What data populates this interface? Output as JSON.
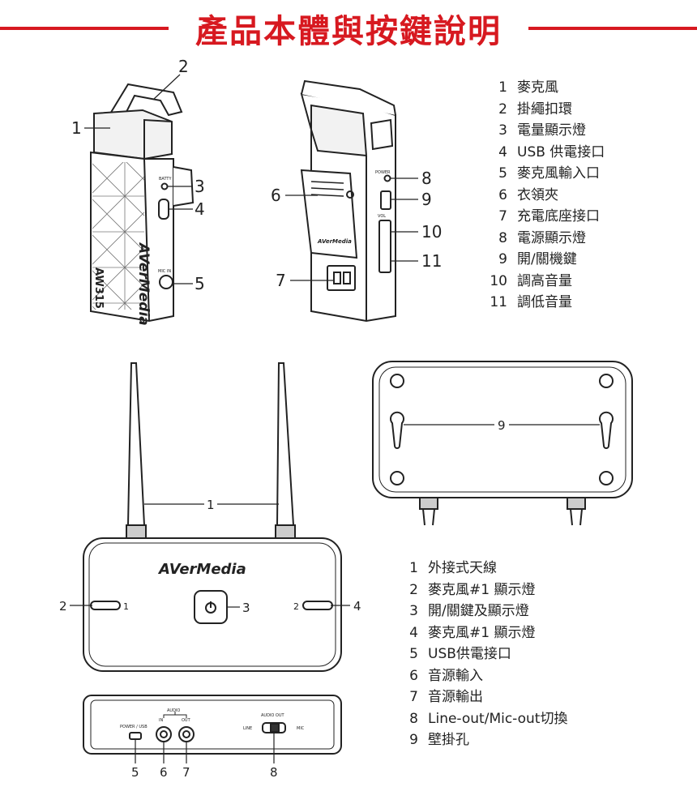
{
  "title": "產品本體與按鍵說明",
  "colors": {
    "accent": "#d71920",
    "line": "#222222",
    "fill": "#f2f2f2"
  },
  "mic_labels": {
    "battery": "BATTY",
    "mic_in": "MIC IN",
    "model": "AW315",
    "brand": "AVerMedia",
    "power": "POWER",
    "vol": "VOL"
  },
  "mic_callouts": [
    "1",
    "2",
    "3",
    "4",
    "5",
    "6",
    "7",
    "8",
    "9",
    "10",
    "11"
  ],
  "mic_legend": [
    {
      "num": "1",
      "text": "麥克風"
    },
    {
      "num": "2",
      "text": "掛繩扣環"
    },
    {
      "num": "3",
      "text": "電量顯示燈"
    },
    {
      "num": "4",
      "text": "USB 供電接口"
    },
    {
      "num": "5",
      "text": "麥克風輸入口"
    },
    {
      "num": "6",
      "text": "衣領夾"
    },
    {
      "num": "7",
      "text": "充電底座接口"
    },
    {
      "num": "8",
      "text": "電源顯示燈"
    },
    {
      "num": "9",
      "text": "開/關機鍵"
    },
    {
      "num": "10",
      "text": "調高音量"
    },
    {
      "num": "11",
      "text": "調低音量"
    }
  ],
  "receiver_labels": {
    "brand": "AVerMedia",
    "led1": "1",
    "led2": "2",
    "power_usb": "POWER / USB",
    "audio": "AUDIO",
    "in": "IN",
    "out": "OUT",
    "audio_out": "AUDIO OUT",
    "line": "LINE",
    "mic": "MIC"
  },
  "receiver_callouts": [
    "1",
    "2",
    "3",
    "4",
    "5",
    "6",
    "7",
    "8",
    "9"
  ],
  "receiver_legend": [
    {
      "num": "1",
      "text": "外接式天線"
    },
    {
      "num": "2",
      "text": "麥克風#1 顯示燈"
    },
    {
      "num": "3",
      "text": "開/關鍵及顯示燈"
    },
    {
      "num": "4",
      "text": "麥克風#1 顯示燈"
    },
    {
      "num": "5",
      "text": "USB供電接口"
    },
    {
      "num": "6",
      "text": "音源輸入"
    },
    {
      "num": "7",
      "text": "音源輸出"
    },
    {
      "num": "8",
      "text": "Line-out/Mic-out切換"
    },
    {
      "num": "9",
      "text": "壁掛孔"
    }
  ]
}
